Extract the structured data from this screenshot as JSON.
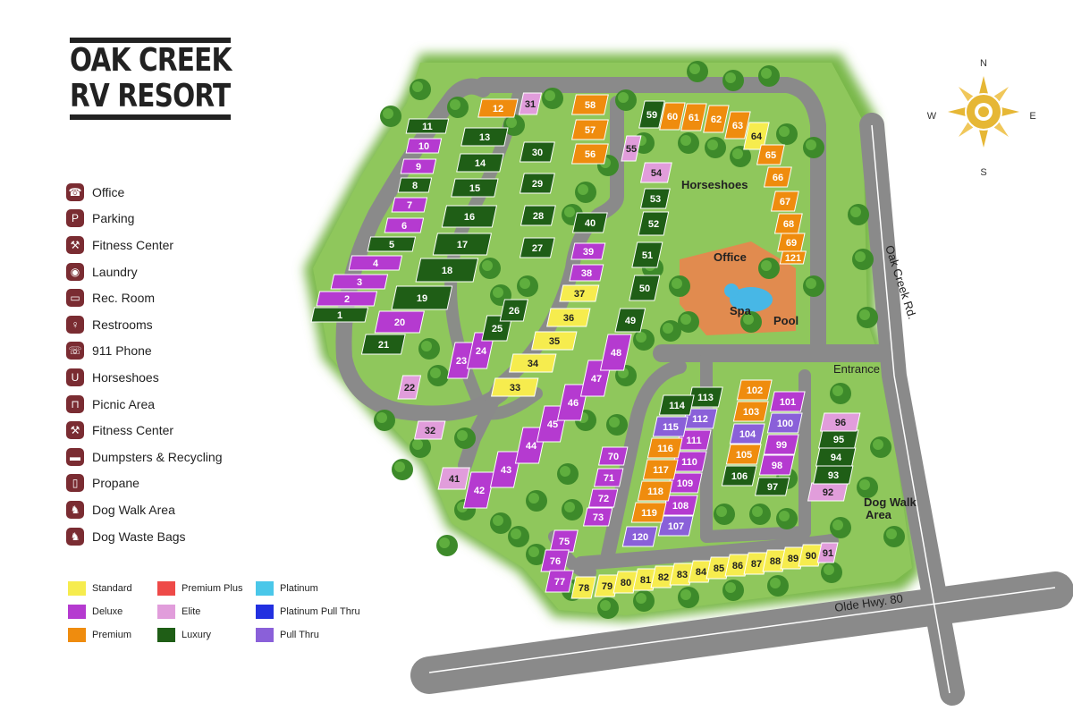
{
  "title": {
    "line1": "OAK CREEK",
    "line2": "RV RESORT"
  },
  "amenities": [
    {
      "label": "Office",
      "icon": "office-icon",
      "glyph": "☎"
    },
    {
      "label": "Parking",
      "icon": "parking-icon",
      "glyph": "P"
    },
    {
      "label": "Fitness Center",
      "icon": "fitness-icon",
      "glyph": "⚒"
    },
    {
      "label": "Laundry",
      "icon": "laundry-icon",
      "glyph": "◉"
    },
    {
      "label": "Rec. Room",
      "icon": "rec-room-icon",
      "glyph": "▭"
    },
    {
      "label": "Restrooms",
      "icon": "restrooms-icon",
      "glyph": "♀"
    },
    {
      "label": "911 Phone",
      "icon": "phone-911-icon",
      "glyph": "☏"
    },
    {
      "label": "Horseshoes",
      "icon": "horseshoe-icon",
      "glyph": "U"
    },
    {
      "label": "Picnic Area",
      "icon": "picnic-icon",
      "glyph": "⊓"
    },
    {
      "label": "Fitness Center",
      "icon": "fitness-icon",
      "glyph": "⚒"
    },
    {
      "label": "Dumpsters & Recycling",
      "icon": "dumpster-icon",
      "glyph": "▬"
    },
    {
      "label": "Propane",
      "icon": "propane-icon",
      "glyph": "▯"
    },
    {
      "label": "Dog Walk Area",
      "icon": "dog-walk-icon",
      "glyph": "♞"
    },
    {
      "label": "Dog Waste Bags",
      "icon": "dog-waste-icon",
      "glyph": "♞"
    }
  ],
  "legend": [
    {
      "label": "Standard",
      "color": "#f6ec4e"
    },
    {
      "label": "Deluxe",
      "color": "#b53ad0"
    },
    {
      "label": "Premium",
      "color": "#ef8c0e"
    },
    {
      "label": "Premium Plus",
      "color": "#ee4a48"
    },
    {
      "label": "Elite",
      "color": "#e19ddb"
    },
    {
      "label": "Luxury",
      "color": "#1f5e16"
    },
    {
      "label": "Platinum",
      "color": "#4ac7e9"
    },
    {
      "label": "Platinum Pull Thru",
      "color": "#2230e0"
    },
    {
      "label": "Pull Thru",
      "color": "#8a60d9"
    }
  ],
  "map_labels": {
    "horseshoes": "Horseshoes",
    "office": "Office",
    "spa": "Spa",
    "pool": "Pool",
    "entrance": "Entrance",
    "dog_walk_line1": "Dog Walk",
    "dog_walk_line2": "Area",
    "oak_creek_rd": "Oak Creek Rd.",
    "olde_hwy": "Olde Hwy. 80"
  },
  "compass": {
    "n": "N",
    "e": "E",
    "s": "S",
    "w": "W"
  },
  "sites": [
    {
      "num": "1",
      "cls": "luxury"
    },
    {
      "num": "2",
      "cls": "deluxe"
    },
    {
      "num": "3",
      "cls": "deluxe"
    },
    {
      "num": "4",
      "cls": "deluxe"
    },
    {
      "num": "5",
      "cls": "luxury"
    },
    {
      "num": "6",
      "cls": "deluxe"
    },
    {
      "num": "7",
      "cls": "deluxe"
    },
    {
      "num": "8",
      "cls": "luxury"
    },
    {
      "num": "9",
      "cls": "deluxe"
    },
    {
      "num": "10",
      "cls": "deluxe"
    },
    {
      "num": "11",
      "cls": "luxury"
    },
    {
      "num": "12",
      "cls": "premium"
    },
    {
      "num": "13",
      "cls": "luxury"
    },
    {
      "num": "14",
      "cls": "luxury"
    },
    {
      "num": "15",
      "cls": "luxury"
    },
    {
      "num": "16",
      "cls": "luxury"
    },
    {
      "num": "17",
      "cls": "luxury"
    },
    {
      "num": "18",
      "cls": "luxury"
    },
    {
      "num": "19",
      "cls": "luxury"
    },
    {
      "num": "20",
      "cls": "deluxe"
    },
    {
      "num": "21",
      "cls": "luxury"
    },
    {
      "num": "22",
      "cls": "elite"
    },
    {
      "num": "23",
      "cls": "deluxe"
    },
    {
      "num": "24",
      "cls": "deluxe"
    },
    {
      "num": "25",
      "cls": "luxury"
    },
    {
      "num": "26",
      "cls": "luxury"
    },
    {
      "num": "27",
      "cls": "luxury"
    },
    {
      "num": "28",
      "cls": "luxury"
    },
    {
      "num": "29",
      "cls": "luxury"
    },
    {
      "num": "30",
      "cls": "luxury"
    },
    {
      "num": "31",
      "cls": "elite"
    },
    {
      "num": "32",
      "cls": "elite"
    },
    {
      "num": "33",
      "cls": "standard"
    },
    {
      "num": "34",
      "cls": "standard"
    },
    {
      "num": "35",
      "cls": "standard"
    },
    {
      "num": "36",
      "cls": "standard"
    },
    {
      "num": "37",
      "cls": "standard"
    },
    {
      "num": "38",
      "cls": "deluxe"
    },
    {
      "num": "39",
      "cls": "deluxe"
    },
    {
      "num": "40",
      "cls": "luxury"
    },
    {
      "num": "41",
      "cls": "elite"
    },
    {
      "num": "42",
      "cls": "deluxe"
    },
    {
      "num": "43",
      "cls": "deluxe"
    },
    {
      "num": "44",
      "cls": "deluxe"
    },
    {
      "num": "45",
      "cls": "deluxe"
    },
    {
      "num": "46",
      "cls": "deluxe"
    },
    {
      "num": "47",
      "cls": "deluxe"
    },
    {
      "num": "48",
      "cls": "deluxe"
    },
    {
      "num": "49",
      "cls": "luxury"
    },
    {
      "num": "50",
      "cls": "luxury"
    },
    {
      "num": "51",
      "cls": "luxury"
    },
    {
      "num": "52",
      "cls": "luxury"
    },
    {
      "num": "53",
      "cls": "luxury"
    },
    {
      "num": "54",
      "cls": "elite"
    },
    {
      "num": "55",
      "cls": "elite"
    },
    {
      "num": "56",
      "cls": "premium"
    },
    {
      "num": "57",
      "cls": "premium"
    },
    {
      "num": "58",
      "cls": "premium"
    },
    {
      "num": "59",
      "cls": "luxury"
    },
    {
      "num": "60",
      "cls": "premium"
    },
    {
      "num": "61",
      "cls": "premium"
    },
    {
      "num": "62",
      "cls": "premium"
    },
    {
      "num": "63",
      "cls": "premium"
    },
    {
      "num": "64",
      "cls": "standard"
    },
    {
      "num": "65",
      "cls": "premium"
    },
    {
      "num": "66",
      "cls": "premium"
    },
    {
      "num": "67",
      "cls": "premium"
    },
    {
      "num": "68",
      "cls": "premium"
    },
    {
      "num": "69",
      "cls": "premium"
    },
    {
      "num": "121",
      "cls": "premium"
    },
    {
      "num": "70",
      "cls": "deluxe"
    },
    {
      "num": "71",
      "cls": "deluxe"
    },
    {
      "num": "72",
      "cls": "deluxe"
    },
    {
      "num": "73",
      "cls": "deluxe"
    },
    {
      "num": "75",
      "cls": "deluxe"
    },
    {
      "num": "76",
      "cls": "deluxe"
    },
    {
      "num": "77",
      "cls": "deluxe"
    },
    {
      "num": "78",
      "cls": "standard"
    },
    {
      "num": "79",
      "cls": "standard"
    },
    {
      "num": "80",
      "cls": "standard"
    },
    {
      "num": "81",
      "cls": "standard"
    },
    {
      "num": "82",
      "cls": "standard"
    },
    {
      "num": "83",
      "cls": "standard"
    },
    {
      "num": "84",
      "cls": "standard"
    },
    {
      "num": "85",
      "cls": "standard"
    },
    {
      "num": "86",
      "cls": "standard"
    },
    {
      "num": "87",
      "cls": "standard"
    },
    {
      "num": "88",
      "cls": "standard"
    },
    {
      "num": "89",
      "cls": "standard"
    },
    {
      "num": "90",
      "cls": "standard"
    },
    {
      "num": "91",
      "cls": "elite"
    },
    {
      "num": "92",
      "cls": "elite"
    },
    {
      "num": "93",
      "cls": "luxury"
    },
    {
      "num": "94",
      "cls": "luxury"
    },
    {
      "num": "95",
      "cls": "luxury"
    },
    {
      "num": "96",
      "cls": "elite"
    },
    {
      "num": "97",
      "cls": "luxury"
    },
    {
      "num": "98",
      "cls": "deluxe"
    },
    {
      "num": "99",
      "cls": "deluxe"
    },
    {
      "num": "100",
      "cls": "pullthru"
    },
    {
      "num": "101",
      "cls": "deluxe"
    },
    {
      "num": "102",
      "cls": "premium"
    },
    {
      "num": "103",
      "cls": "premium"
    },
    {
      "num": "104",
      "cls": "pullthru"
    },
    {
      "num": "105",
      "cls": "premium"
    },
    {
      "num": "106",
      "cls": "luxury"
    },
    {
      "num": "107",
      "cls": "pullthru"
    },
    {
      "num": "108",
      "cls": "deluxe"
    },
    {
      "num": "109",
      "cls": "deluxe"
    },
    {
      "num": "110",
      "cls": "deluxe"
    },
    {
      "num": "111",
      "cls": "deluxe"
    },
    {
      "num": "112",
      "cls": "pullthru"
    },
    {
      "num": "113",
      "cls": "luxury"
    },
    {
      "num": "114",
      "cls": "luxury"
    },
    {
      "num": "115",
      "cls": "pullthru"
    },
    {
      "num": "116",
      "cls": "premium"
    },
    {
      "num": "117",
      "cls": "premium"
    },
    {
      "num": "118",
      "cls": "premium"
    },
    {
      "num": "119",
      "cls": "premium"
    },
    {
      "num": "120",
      "cls": "pullthru"
    }
  ]
}
